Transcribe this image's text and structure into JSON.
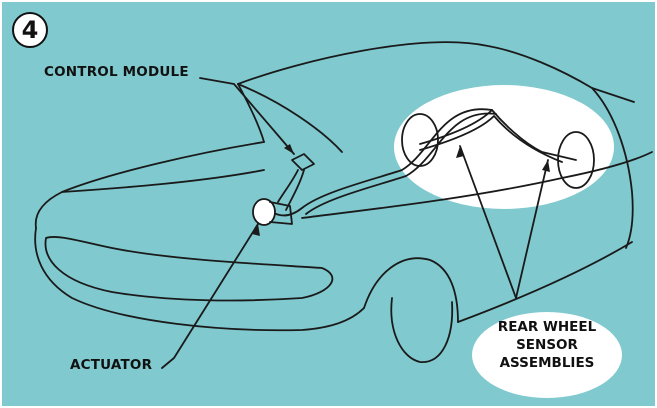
{
  "step_number": "4",
  "labels": {
    "control_module": "CONTROL MODULE",
    "actuator": "ACTUATOR",
    "rear_wheel_sensor_assemblies": [
      "REAR WHEEL",
      "SENSOR",
      "ASSEMBLIES"
    ]
  },
  "colors": {
    "background": "#7fc9cf",
    "line": "#1a1a1a",
    "highlight": "#ffffff"
  }
}
